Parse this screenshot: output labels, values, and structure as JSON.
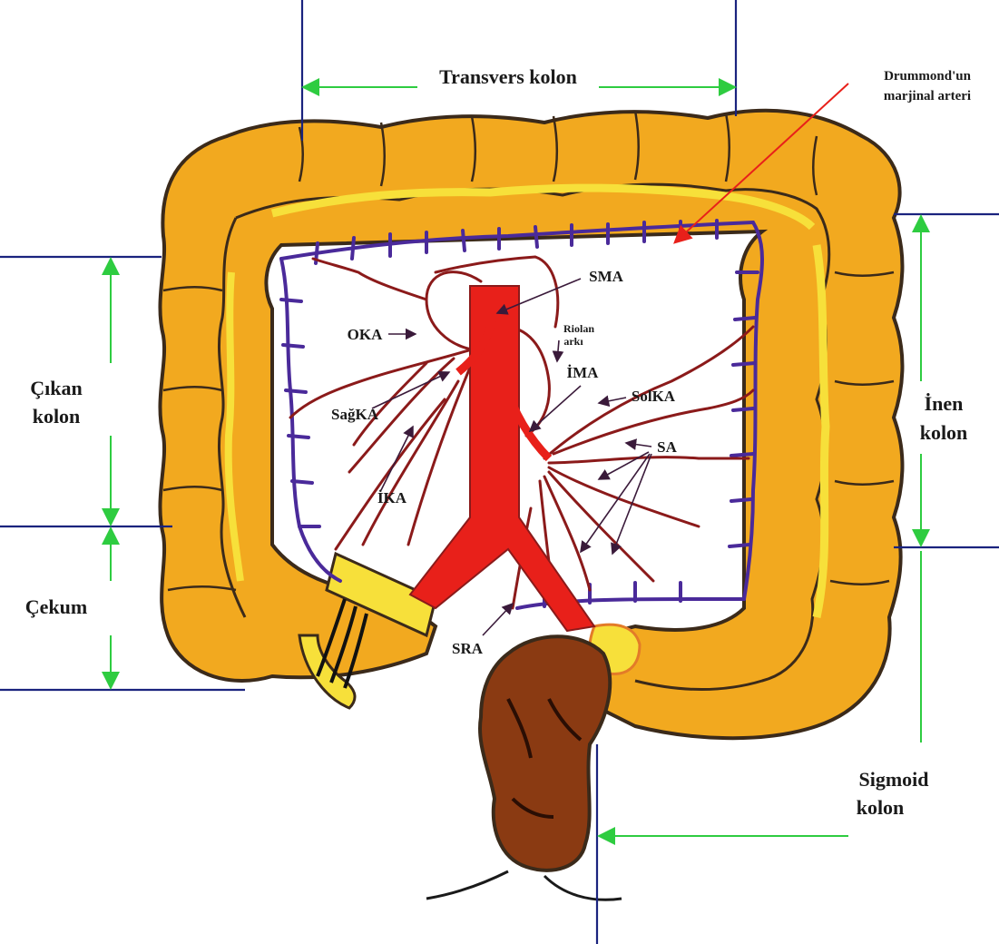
{
  "labels": {
    "transverse_colon": "Transvers kolon",
    "marginal_artery": [
      "Drummond'un",
      "marjinal arteri"
    ],
    "ascending_colon": [
      "Çıkan",
      "kolon"
    ],
    "cecum": "Çekum",
    "descending_colon": [
      "İnen",
      "kolon"
    ],
    "sigmoid_colon": [
      "Sigmoid",
      "kolon"
    ],
    "sma": "SMA",
    "oka": "OKA",
    "riolan_arc": [
      "Riolan",
      "arkı"
    ],
    "ima": "İMA",
    "solka": "SolKA",
    "sagka": "SağKA",
    "sa": "SA",
    "ika": "İKA",
    "sra": "SRA"
  },
  "colors": {
    "colon": "#f2a91f",
    "colon_highlight": "#f7e03a",
    "aorta": "#e8201a",
    "artery": "#8b1a1a",
    "vessel_arcade": "#4a2a9a",
    "rectum": "#8a3a12",
    "outline": "#3b2a1a",
    "guide_blue": "#1a237e",
    "guide_green": "#2ecc40"
  }
}
